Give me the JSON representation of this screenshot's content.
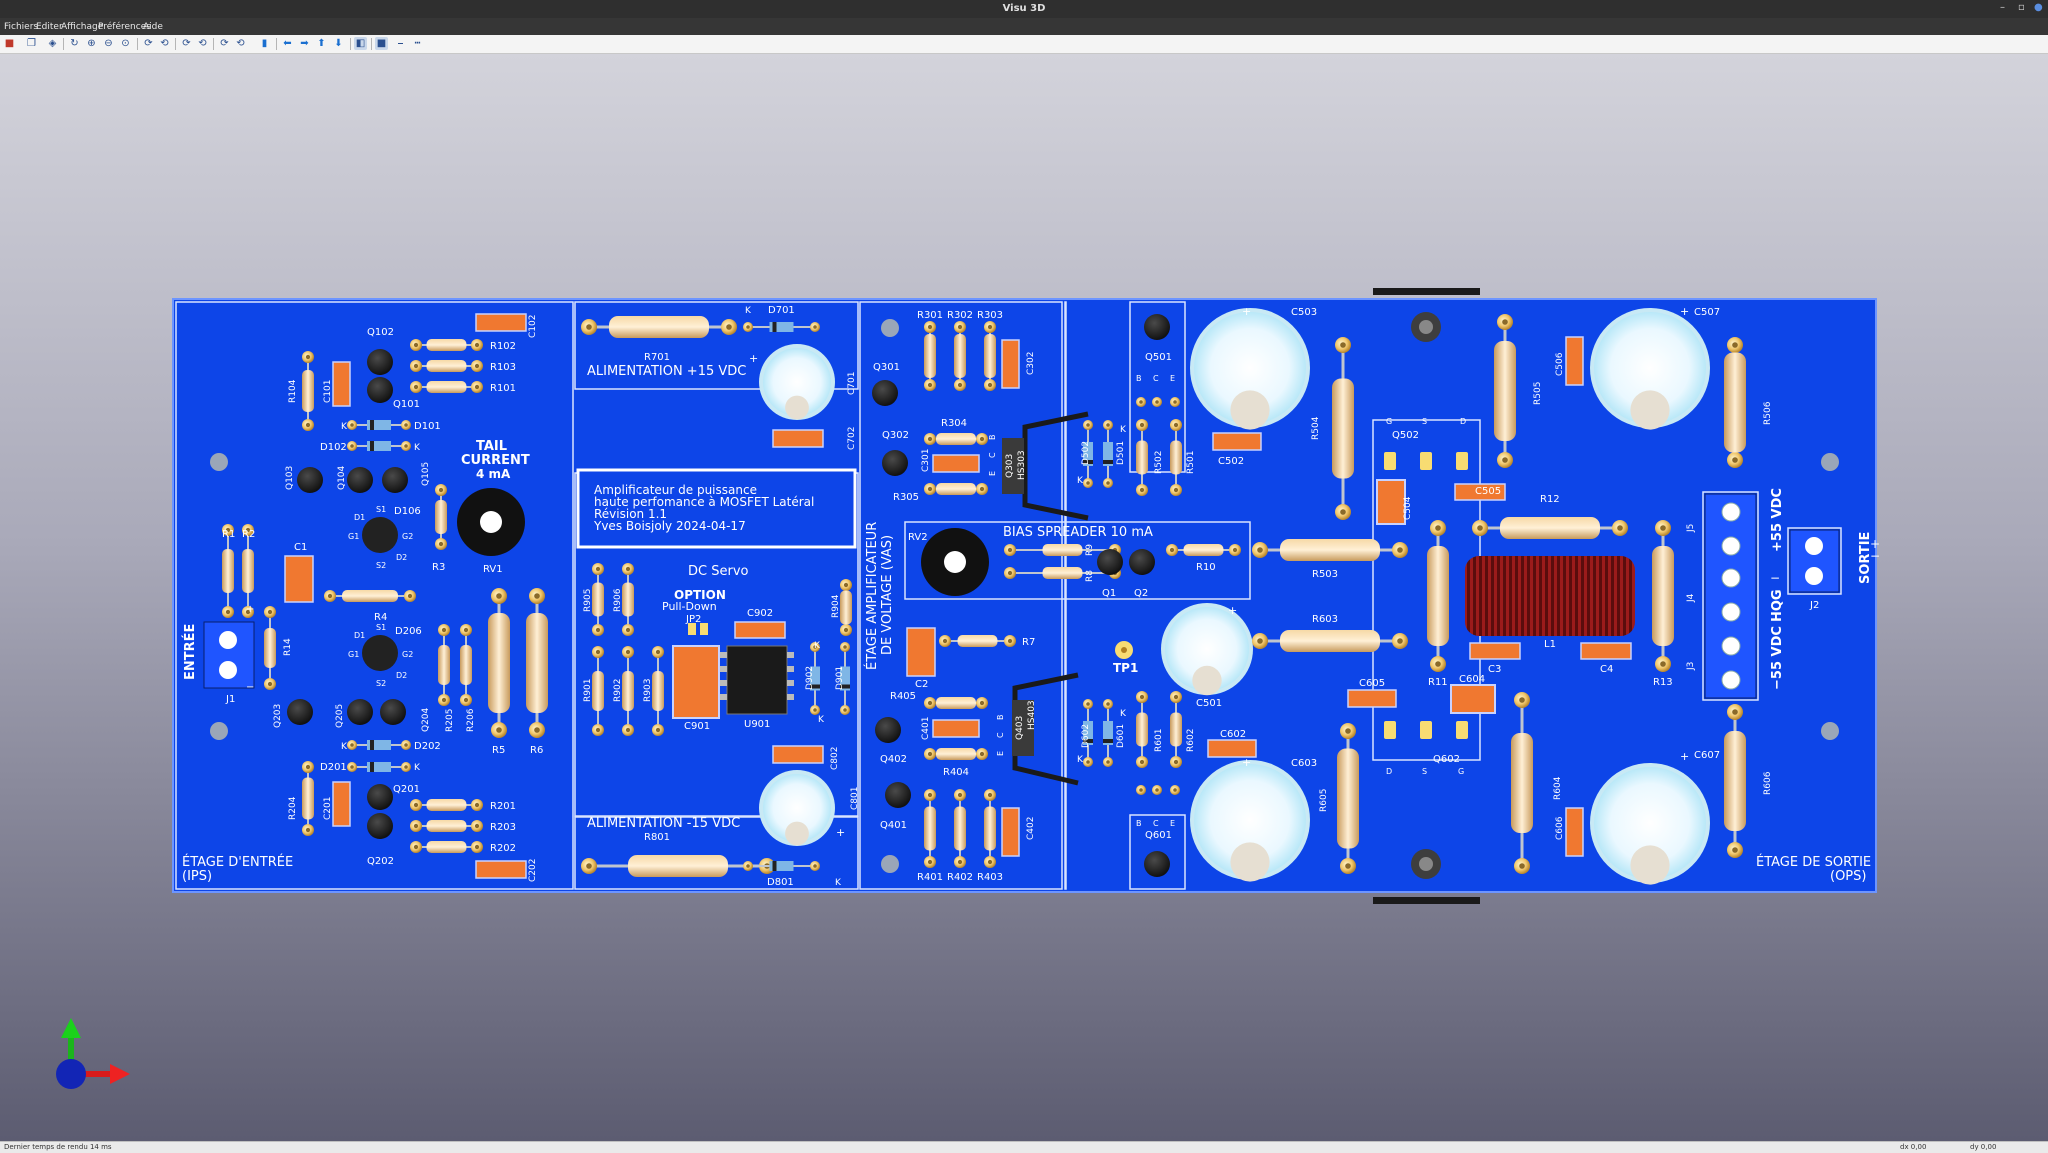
{
  "window": {
    "title": "Visu 3D",
    "minimize": "–",
    "maximize": "▫",
    "close": "●"
  },
  "menu": {
    "file": "Fichiers",
    "edit": "Editer",
    "view": "Affichage",
    "prefs": "Préférences",
    "help": "Aide"
  },
  "colors": {
    "board": "#0d45e8",
    "pad": "#f0c66a",
    "text": "#ffffff",
    "smd": "#f07830"
  },
  "board": {
    "sections": {
      "input": "ÉTAGE D'ENTRÉE",
      "input_abbr": "(IPS)",
      "output": "ÉTAGE DE SORTIE",
      "output_abbr": "(OPS)",
      "vas_1": "ÉTAGE AMPLIFICATEUR",
      "vas_2": "DE VOLTAGE (VAS)",
      "supply_pos": "ALIMENTATION +15 VDC",
      "supply_neg": "ALIMENTATION -15 VDC",
      "servo": "DC Servo",
      "option_1": "OPTION",
      "option_2": "Pull-Down",
      "bias": "BIAS SPREADER 10 mA",
      "tail_1": "TAIL",
      "tail_2": "CURRENT",
      "tail_3": "4 mA",
      "entree": "ENTRÉE",
      "sortie": "SORTIE",
      "p55": "+55 VDC",
      "hqg": "HQG",
      "n55": "−55 VDC",
      "tp1": "TP1"
    },
    "info": {
      "line1": "Amplificateur de puissance",
      "line2": "haute perfomance à MOSFET Latéral",
      "line3": "Révision 1.1",
      "line4": "Yves Boisjoly 2024-04-17"
    },
    "refs": {
      "Q102": "Q102",
      "R102": "R102",
      "R103": "R103",
      "R101": "R101",
      "Q101": "Q101",
      "C101": "C101",
      "R104": "R104",
      "C102": "C102",
      "D101": "D101",
      "D102": "D102",
      "Q103": "Q103",
      "Q104": "Q104",
      "Q105": "Q105",
      "D106": "D106",
      "R3": "R3",
      "RV1": "RV1",
      "R1": "R1",
      "R2": "R2",
      "C1": "C1",
      "R4": "R4",
      "R14": "R14",
      "J1": "J1",
      "D206": "D206",
      "R205": "R205",
      "R206": "R206",
      "R5": "R5",
      "R6": "R6",
      "Q203": "Q203",
      "Q205": "Q205",
      "Q204": "Q204",
      "D202": "D202",
      "D201": "D201",
      "Q201": "Q201",
      "R201": "R201",
      "R203": "R203",
      "R202": "R202",
      "Q202": "Q202",
      "C201": "C201",
      "R204": "R204",
      "C202": "C202",
      "R701": "R701",
      "D701": "D701",
      "C701": "C701",
      "C702": "C702",
      "R905": "R905",
      "R906": "R906",
      "R904": "R904",
      "JP2": "JP2",
      "C902": "C902",
      "R901": "R901",
      "R902": "R902",
      "R903": "R903",
      "C901": "C901",
      "U901": "U901",
      "D902": "D902",
      "D901": "D901",
      "C802": "C802",
      "C801": "C801",
      "R801": "R801",
      "D801": "D801",
      "R301": "R301",
      "R302": "R302",
      "R303": "R303",
      "C302": "C302",
      "Q301": "Q301",
      "Q302": "Q302",
      "R304": "R304",
      "C301": "C301",
      "R305": "R305",
      "Q303": "Q303",
      "HS303": "HS303",
      "D502": "D502",
      "D501": "D501",
      "R502": "R502",
      "R501": "R501",
      "Q501": "Q501",
      "RV2": "RV2",
      "R9": "R9",
      "R8": "R8",
      "Q1": "Q1",
      "Q2": "Q2",
      "R10": "R10",
      "R7": "R7",
      "C2": "C2",
      "R405": "R405",
      "C401": "C401",
      "R404": "R404",
      "Q402": "Q402",
      "Q401": "Q401",
      "R401": "R401",
      "R402": "R402",
      "R403": "R403",
      "C402": "C402",
      "Q403": "Q403",
      "HS403": "HS403",
      "D602": "D602",
      "D601": "D601",
      "R601": "R601",
      "R602": "R602",
      "Q601": "Q601",
      "C503": "C503",
      "C502": "C502",
      "R504": "R504",
      "R503": "R503",
      "C501": "C501",
      "R603": "R603",
      "C602": "C602",
      "C603": "C603",
      "R605": "R605",
      "Q502": "Q502",
      "C504": "C504",
      "C505": "C505",
      "R505": "R505",
      "C506": "C506",
      "C507": "C507",
      "R506": "R506",
      "R12": "R12",
      "R11": "R11",
      "C3": "C3",
      "L1": "L1",
      "C4": "C4",
      "R13": "R13",
      "C604": "C604",
      "C605": "C605",
      "Q602": "Q602",
      "R604": "R604",
      "C606": "C606",
      "C607": "C607",
      "R606": "R606",
      "J5": "J5",
      "J4": "J4",
      "J3": "J3",
      "J2": "J2",
      "K": "K",
      "G": "G",
      "S": "S",
      "D": "D",
      "B": "B",
      "C": "C",
      "E": "E",
      "S1": "S1",
      "S2": "S2",
      "D1": "D1",
      "D2": "D2",
      "G1": "G1",
      "G2": "G2",
      "plus": "+",
      "minus": "−"
    }
  },
  "status": {
    "render": "Dernier temps de rendu 14 ms",
    "dx": "dx 0,00",
    "dy": "dy 0,00"
  }
}
